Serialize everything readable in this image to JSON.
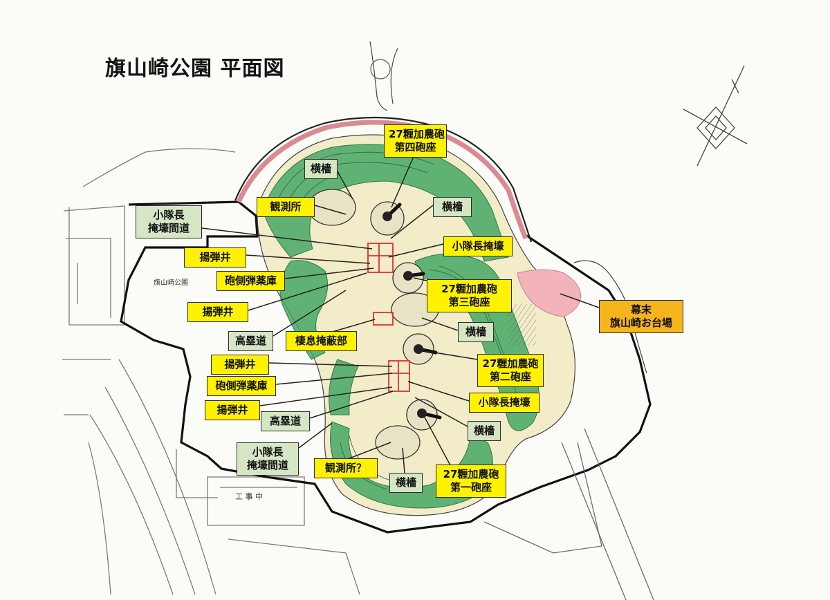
{
  "title": "旗山崎公園 平面図",
  "map_text": {
    "park_name": "旗山崎公園",
    "construction": "工 事 中"
  },
  "colors": {
    "battery_green": "#3fa561",
    "ground_cream": "#f2ecc8",
    "bakumatsu_pink": "#f2b3bb",
    "label_yellow": "#fff200",
    "label_orange": "#f7b51c",
    "label_greenish": "#d5e6c4",
    "leader_line": "#222222",
    "ruin_red": "#e03030"
  },
  "labels": {
    "yagura_n": "横檣",
    "kansokujo": "観測所",
    "cannon4_1": "27糎加農砲",
    "cannon4_2": "第四砲座",
    "yagura_4": "横檣",
    "shotaicho_kokudo_n_1": "小隊長",
    "shotaicho_kokudo_n_2": "掩壕間道",
    "shotaicho_entai_n": "小隊長掩壕",
    "agedansei_1": "揚弾井",
    "hosoku_dan_1": "砲側弾薬庫",
    "cannon3_1": "27糎加農砲",
    "cannon3_2": "第三砲座",
    "agedansei_2": "揚弾井",
    "yagura_3": "横檣",
    "bakumatsu_1": "幕末",
    "bakumatsu_2": "旗山崎お台場",
    "koruido_n": "高塁道",
    "kyusoku": "棲息掩蔽部",
    "cannon2_1": "27糎加農砲",
    "cannon2_2": "第二砲座",
    "agedansei_3": "揚弾井",
    "hosoku_dan_2": "砲側弾薬庫",
    "shotaicho_entai_s": "小隊長掩壕",
    "agedansei_4": "揚弾井",
    "koruido_s": "高塁道",
    "yagura_2": "横檣",
    "shotaicho_kokudo_s_1": "小隊長",
    "shotaicho_kokudo_s_2": "掩壕間道",
    "kansokujo_q": "観測所？",
    "cannon1_1": "27糎加農砲",
    "cannon1_2": "第一砲座",
    "yagura_s": "横檣"
  }
}
